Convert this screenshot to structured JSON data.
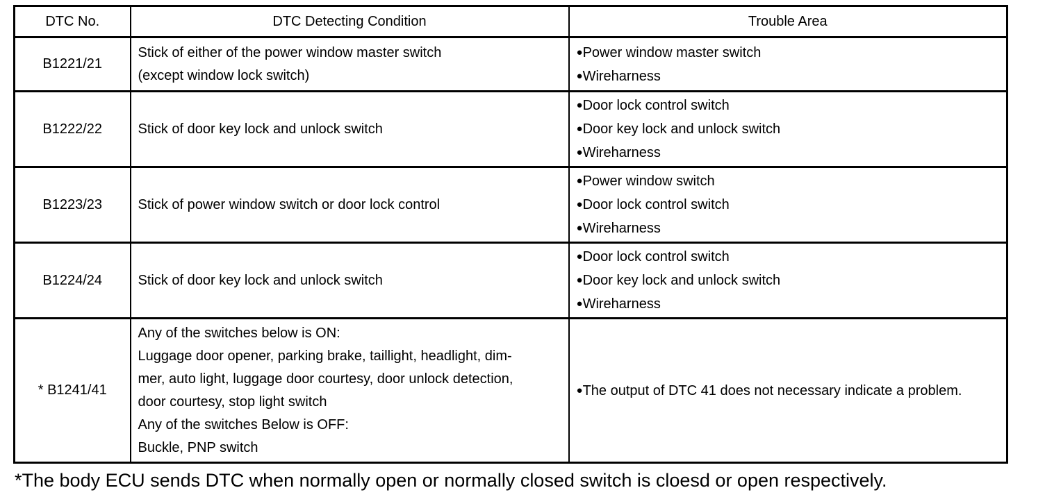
{
  "table": {
    "headers": {
      "dtc_no": "DTC No.",
      "condition": "DTC Detecting Condition",
      "trouble_area": "Trouble Area"
    },
    "bullet": "●",
    "rows": [
      {
        "code": "B1221/21",
        "condition": [
          "Stick of either of the power window master switch",
          "(except window lock switch)"
        ],
        "trouble": [
          "Power window master switch",
          "Wireharness"
        ]
      },
      {
        "code": "B1222/22",
        "condition": [
          "Stick of door key lock and unlock switch"
        ],
        "trouble": [
          "Door lock control switch",
          "Door key lock and unlock switch",
          "Wireharness"
        ]
      },
      {
        "code": "B1223/23",
        "condition": [
          "Stick of power window switch or door lock control"
        ],
        "trouble": [
          "Power window switch",
          "Door lock control switch",
          "Wireharness"
        ]
      },
      {
        "code": "B1224/24",
        "condition": [
          "Stick of door key lock and unlock switch"
        ],
        "trouble": [
          "Door lock control switch",
          "Door key lock and unlock switch",
          "Wireharness"
        ]
      },
      {
        "code": "* B1241/41",
        "condition": [
          "Any of the switches below is ON:",
          "Luggage door opener, parking brake, taillight, headlight, dim-",
          "mer, auto light, luggage door courtesy, door unlock detection,",
          "door courtesy, stop light switch",
          "Any of the switches Below is OFF:",
          "Buckle, PNP switch"
        ],
        "trouble": [
          "The output of DTC 41 does not necessary indicate a problem."
        ]
      }
    ]
  },
  "footnote": "*The body ECU sends DTC when normally open or normally closed switch is cloesd or open respectively."
}
